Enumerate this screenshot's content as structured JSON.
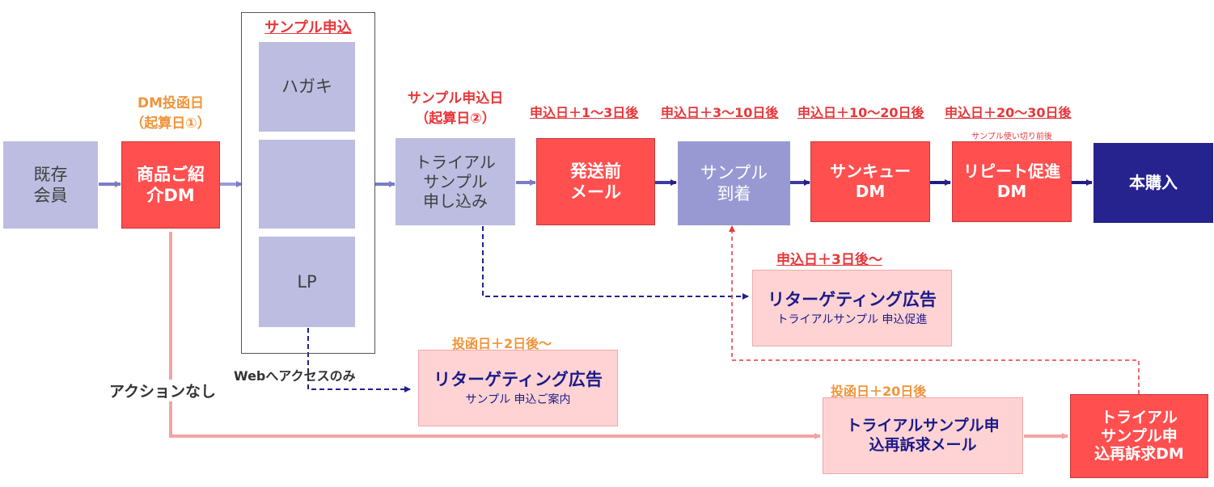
{
  "nodes": {
    "kizon": "既存\n会員",
    "shohin": "商品ご紹\n介DM",
    "hagaki": "ハガキ",
    "blank": "",
    "lp": "LP",
    "trial": "トライアル\nサンプル\n申し込み",
    "hassomae": "発送前\nメール",
    "sample_tochaku": "サンプル\n到着",
    "thankyou": "サンキュー\nDM",
    "repeat": "リピート促進\nDM",
    "honkonyu": "本購入",
    "retarget1_title": "リターゲティング広告",
    "retarget1_sub": "トライアルサンプル 申込促進",
    "retarget2_title": "リターゲティング広告",
    "retarget2_sub": "サンプル 申込ご案内",
    "resend_mail": "トライアルサンプル申\n込再訴求メール",
    "resend_dm": "トライアル\nサンプル申\n込再訴求DM"
  },
  "labels": {
    "dm_date": "DM投函日\n（起算日①）",
    "sample_group": "サンプル申込",
    "sample_date": "サンプル申込日\n（起算日②）",
    "t1": "申込日＋1～3日後",
    "t2": "申込日＋3～10日後",
    "t3": "申込日＋10～20日後",
    "t4": "申込日＋20～30日後",
    "before_useup": "サンプル使い切り前後",
    "plus3": "申込日＋3日後～",
    "web_only": "Webへアクセスのみ",
    "no_action": "アクションなし",
    "toukan2": "投函日＋2日後～",
    "toukan20": "投函日＋20日後"
  },
  "colors": {
    "lavender": "#bcbde0",
    "purple": "#9899d3",
    "red": "#ff4f4f",
    "navy": "#26238f",
    "pink": "#ffd3d3",
    "orange": "#f0943a",
    "salmon_arrow": "#f4a3a3"
  }
}
